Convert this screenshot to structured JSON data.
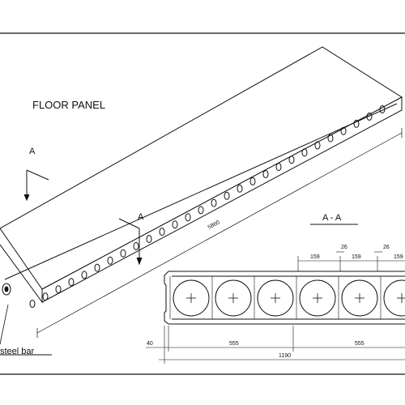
{
  "drawing": {
    "title": "FLOOR PANEL",
    "section_marker": "A",
    "section_title": "A - A",
    "length_dimension": "5860",
    "callout": "steel bar",
    "section_dims": {
      "spacing_left": "159",
      "spacing_right": "159",
      "spacing_far": "159",
      "rib_left": "26",
      "rib_right": "26",
      "edge_offset": "40",
      "segment_left": "555",
      "segment_right": "555",
      "total_width": "1190"
    }
  }
}
